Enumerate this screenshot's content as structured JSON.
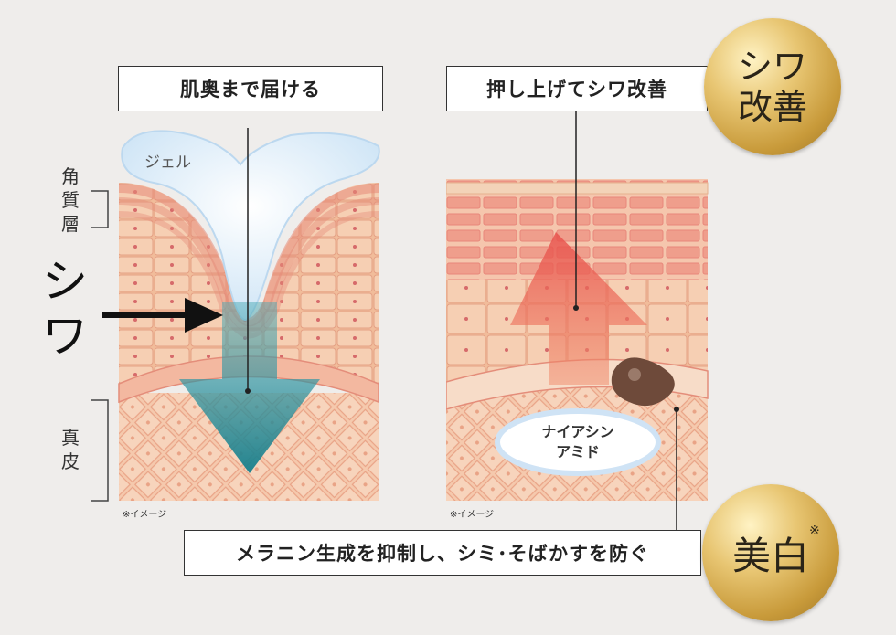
{
  "left_panel": {
    "callout": "肌奥まで届ける",
    "gel_label": "ジェル",
    "layer_stratum": "角質層",
    "layer_dermis": "真皮",
    "wrinkle_label": "シワ",
    "note": "※イメージ"
  },
  "right_panel": {
    "callout": "押し上げてシワ改善",
    "ingredient_line1": "ナイアシン",
    "ingredient_line2": "アミド",
    "note": "※イメージ"
  },
  "bottom_callout": "メラニン生成を抑制し、シミ･そばかすを防ぐ",
  "badges": {
    "wrinkle_line1": "シワ",
    "wrinkle_line2": "改善",
    "whitening": "美白",
    "whitening_mark": "※"
  },
  "colors": {
    "skin": "#f3c6a8",
    "cell_stroke": "#e79b80",
    "teal_arrow": "#1f8c98",
    "red_arrow": "#e8544f",
    "gold": "#d2a548",
    "gel": "#dcecf8"
  }
}
